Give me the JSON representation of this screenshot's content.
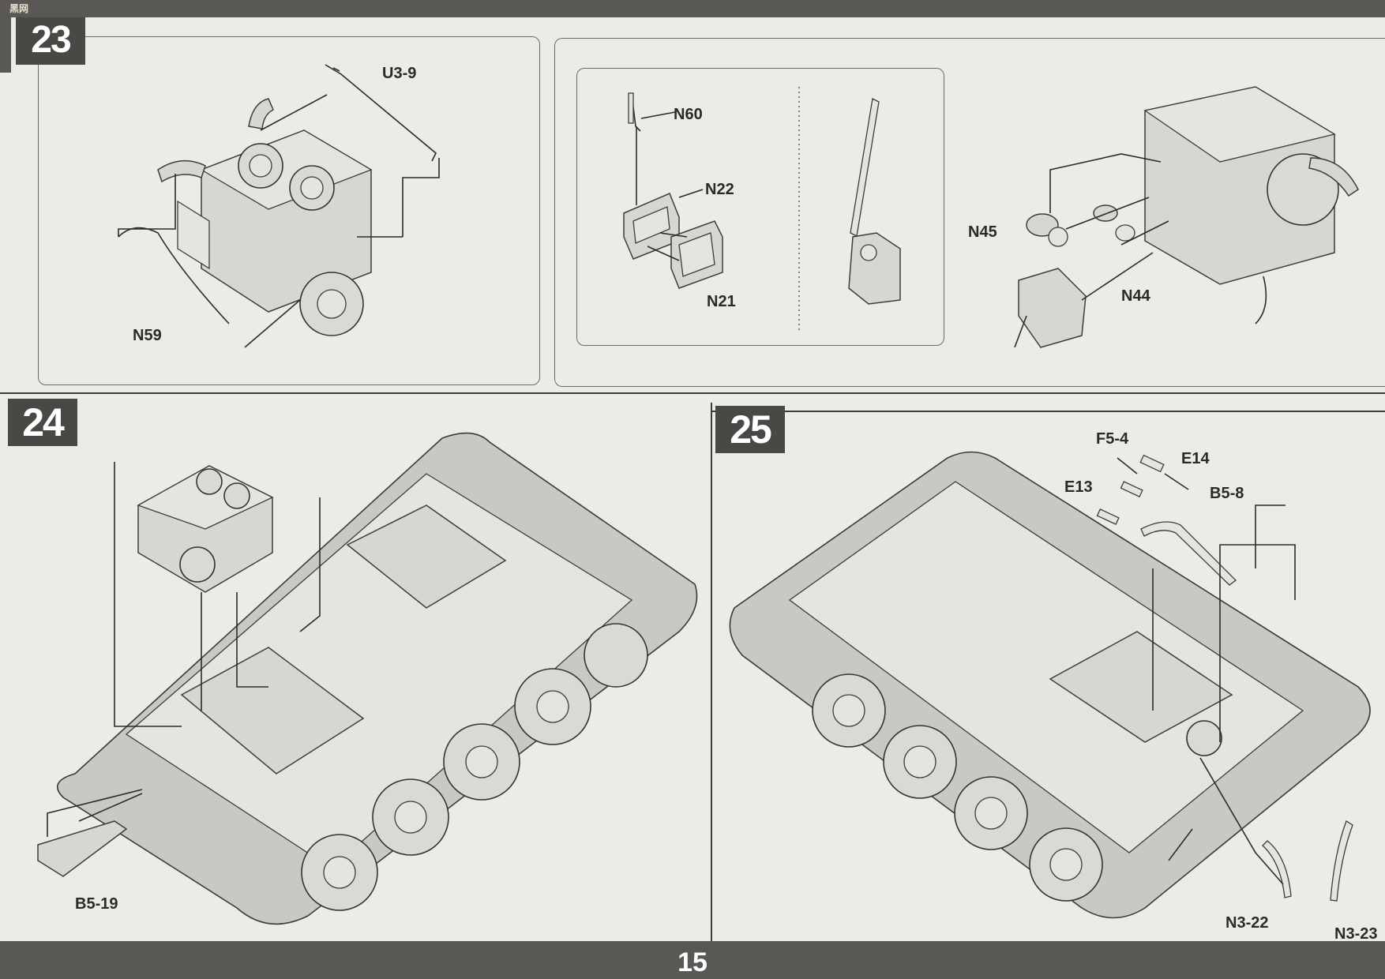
{
  "header": {
    "watermark": "黑网"
  },
  "page": {
    "number": "15"
  },
  "steps": [
    {
      "number": "23",
      "callouts": {
        "u3_9": "U3-9",
        "n59": "N59",
        "n60": "N60",
        "n22": "N22",
        "n21": "N21",
        "n45": "N45",
        "n44": "N44"
      }
    },
    {
      "number": "24",
      "callouts": {
        "b5_19": "B5-19"
      }
    },
    {
      "number": "25",
      "callouts": {
        "f5_4": "F5-4",
        "e14": "E14",
        "e13": "E13",
        "b5_8": "B5-8",
        "n3_22": "N3-22",
        "n3_23": "N3-23"
      }
    }
  ]
}
